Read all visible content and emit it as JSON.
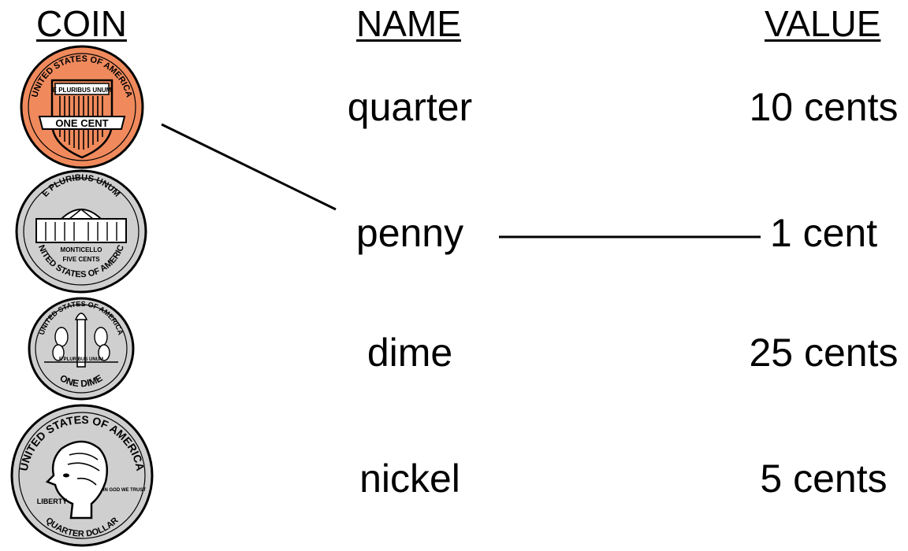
{
  "headers": {
    "coin": "COIN",
    "name": "NAME",
    "value": "VALUE"
  },
  "names": [
    "quarter",
    "penny",
    "dime",
    "nickel"
  ],
  "values": [
    "10 cents",
    "1 cent",
    "25 cents",
    "5 cents"
  ],
  "coins": [
    {
      "type": "penny",
      "color": "#f08a5d",
      "rim_text": "UNITED STATES OF AMERICA",
      "shield_top": "E PLURIBUS UNUM",
      "banner": "ONE CENT"
    },
    {
      "type": "nickel",
      "color": "#cfcfcf",
      "rim_top": "E PLURIBUS UNUM",
      "building": "MONTICELLO",
      "denomination": "FIVE CENTS",
      "rim_bottom": "UNITED STATES OF AMERICA"
    },
    {
      "type": "dime",
      "color": "#cfcfcf",
      "rim_top": "UNITED STATES OF AMERICA",
      "banner": "E PLURIBUS UNUM",
      "denomination": "ONE DIME"
    },
    {
      "type": "quarter",
      "color": "#cfcfcf",
      "rim_top": "UNITED STATES OF AMERICA",
      "left_text": "LIBERTY",
      "right_text": "IN GOD WE TRUST",
      "denomination": "QUARTER DOLLAR"
    }
  ],
  "connections": [
    {
      "from": "penny-coin",
      "to": "penny"
    },
    {
      "from": "penny",
      "to": "1 cent"
    }
  ]
}
